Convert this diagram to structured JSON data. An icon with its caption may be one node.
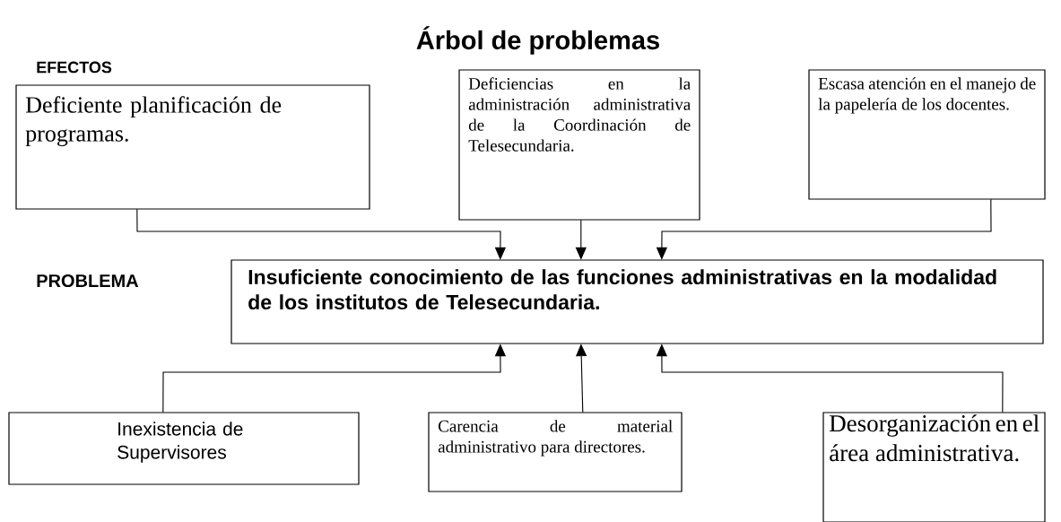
{
  "diagram": {
    "title": "Árbol de problemas",
    "nodes": [
      {
        "text": [
          "Deficiente planificación de programas."
        ]
      },
      {
        "text": [
          "Deficiencias en la administración administrativa de la Coordinación de Telesecundaria."
        ]
      },
      {
        "text": [
          "Escasa atención en el manejo de la papelería de los docentes."
        ]
      },
      {
        "text": [
          "Insuficiente conocimiento de las funciones administrativas en la modalidad de los institutos de Telesecundaria."
        ]
      },
      {
        "text": [
          "Inexistencia de Supervisores"
        ]
      },
      {
        "text": [
          "Carencia de material administrativo para directores."
        ]
      },
      {
        "text": [
          "Desorganización en el área administrativa."
        ]
      }
    ],
    "edges": [
      {
        "from": 0,
        "to": 3,
        "arrow": "to"
      },
      {
        "from": 1,
        "to": 3,
        "arrow": "to"
      },
      {
        "from": 2,
        "to": 3,
        "arrow": "to"
      },
      {
        "from": 4,
        "to": 3,
        "arrow": "to"
      },
      {
        "from": 5,
        "to": 3,
        "arrow": "to"
      },
      {
        "from": 6,
        "to": 3,
        "arrow": "to"
      }
    ],
    "labels": [
      "EFECTOS",
      "PROBLEMA"
    ]
  }
}
